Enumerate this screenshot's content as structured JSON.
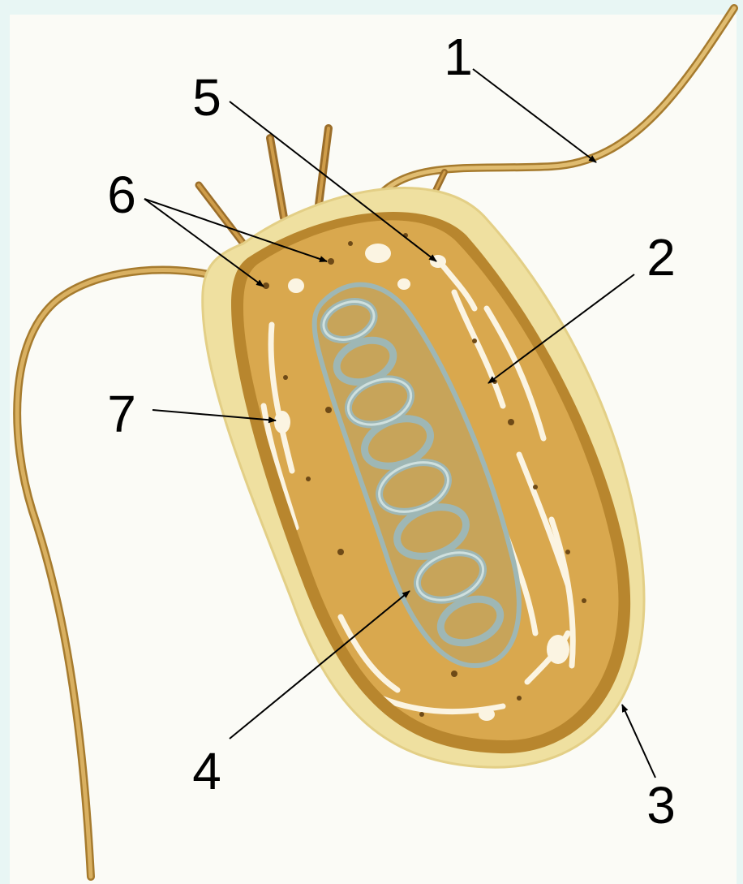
{
  "colors": {
    "page_border": "#e8f6f4",
    "canvas": "#fbfbf6",
    "capsule": "#efe0a0",
    "cell_wall": "#b8862e",
    "cytoplasm": "#d9a84e",
    "membrane_folds": "#fbf4e2",
    "nucleoid": "#9eb7b5",
    "flagellum": "#c69a45",
    "pointer": "#000000"
  },
  "labels": [
    {
      "id": "1",
      "text": "1"
    },
    {
      "id": "2",
      "text": "2"
    },
    {
      "id": "3",
      "text": "3"
    },
    {
      "id": "4",
      "text": "4"
    },
    {
      "id": "5",
      "text": "5"
    },
    {
      "id": "6",
      "text": "6"
    },
    {
      "id": "7",
      "text": "7"
    }
  ]
}
